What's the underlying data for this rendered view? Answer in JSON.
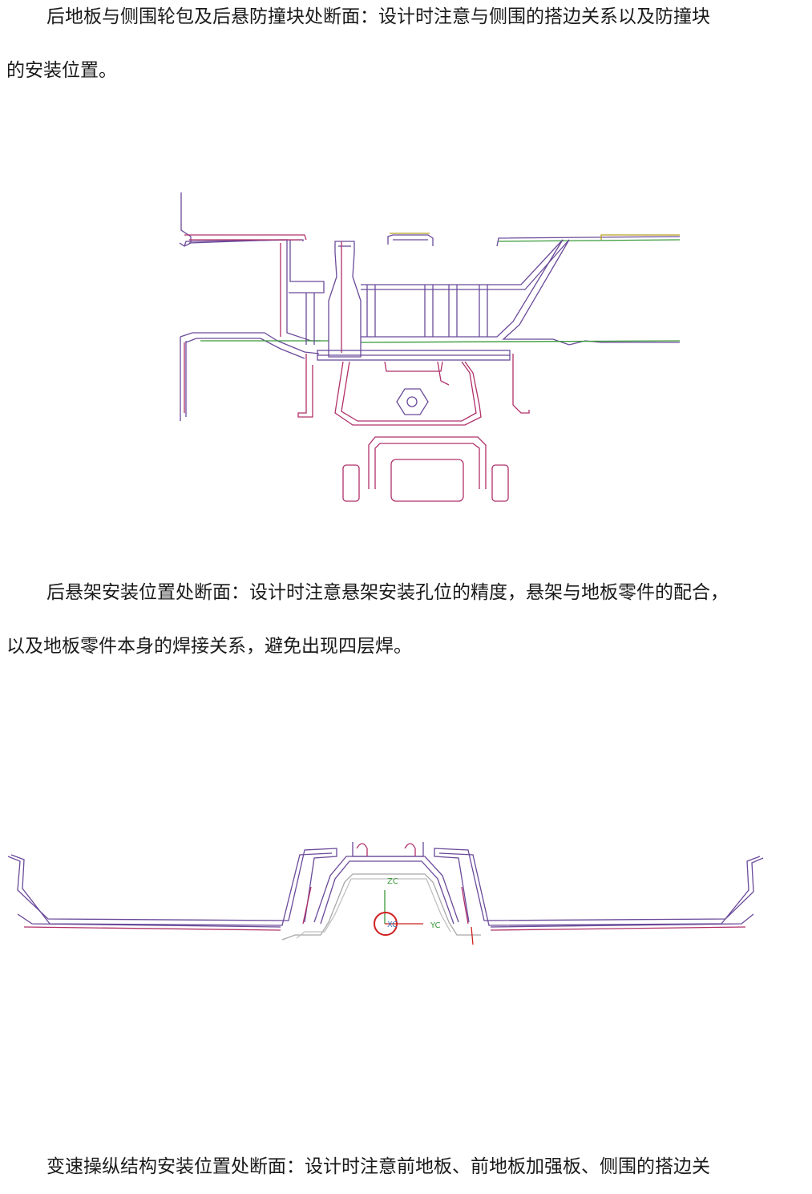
{
  "paragraphs": [
    {
      "lines": [
        "后地板与侧围轮包及后悬防撞块处断面：设计时注意与侧围的搭边关系以及防撞块",
        "的安装位置。"
      ]
    },
    {
      "lines": [
        "后悬架安装位置处断面：设计时注意悬架安装孔位的精度，悬架与地板零件的配合，",
        "以及地板零件本身的焊接关系，避免出现四层焊。"
      ]
    },
    {
      "lines": [
        "变速操纵结构安装位置处断面：设计时注意前地板、前地板加强板、侧围的搭边关"
      ]
    }
  ],
  "figure2": {
    "axis_labels": {
      "zc": "ZC",
      "yc": "YC",
      "xc": "XC"
    }
  },
  "colors": {
    "text": "#1a1a1a",
    "line_purple": "#6a4a9a",
    "line_magenta": "#b0306a",
    "line_green": "#3a9a3a",
    "line_red": "#d02020",
    "line_gray": "#a8a8a8"
  }
}
